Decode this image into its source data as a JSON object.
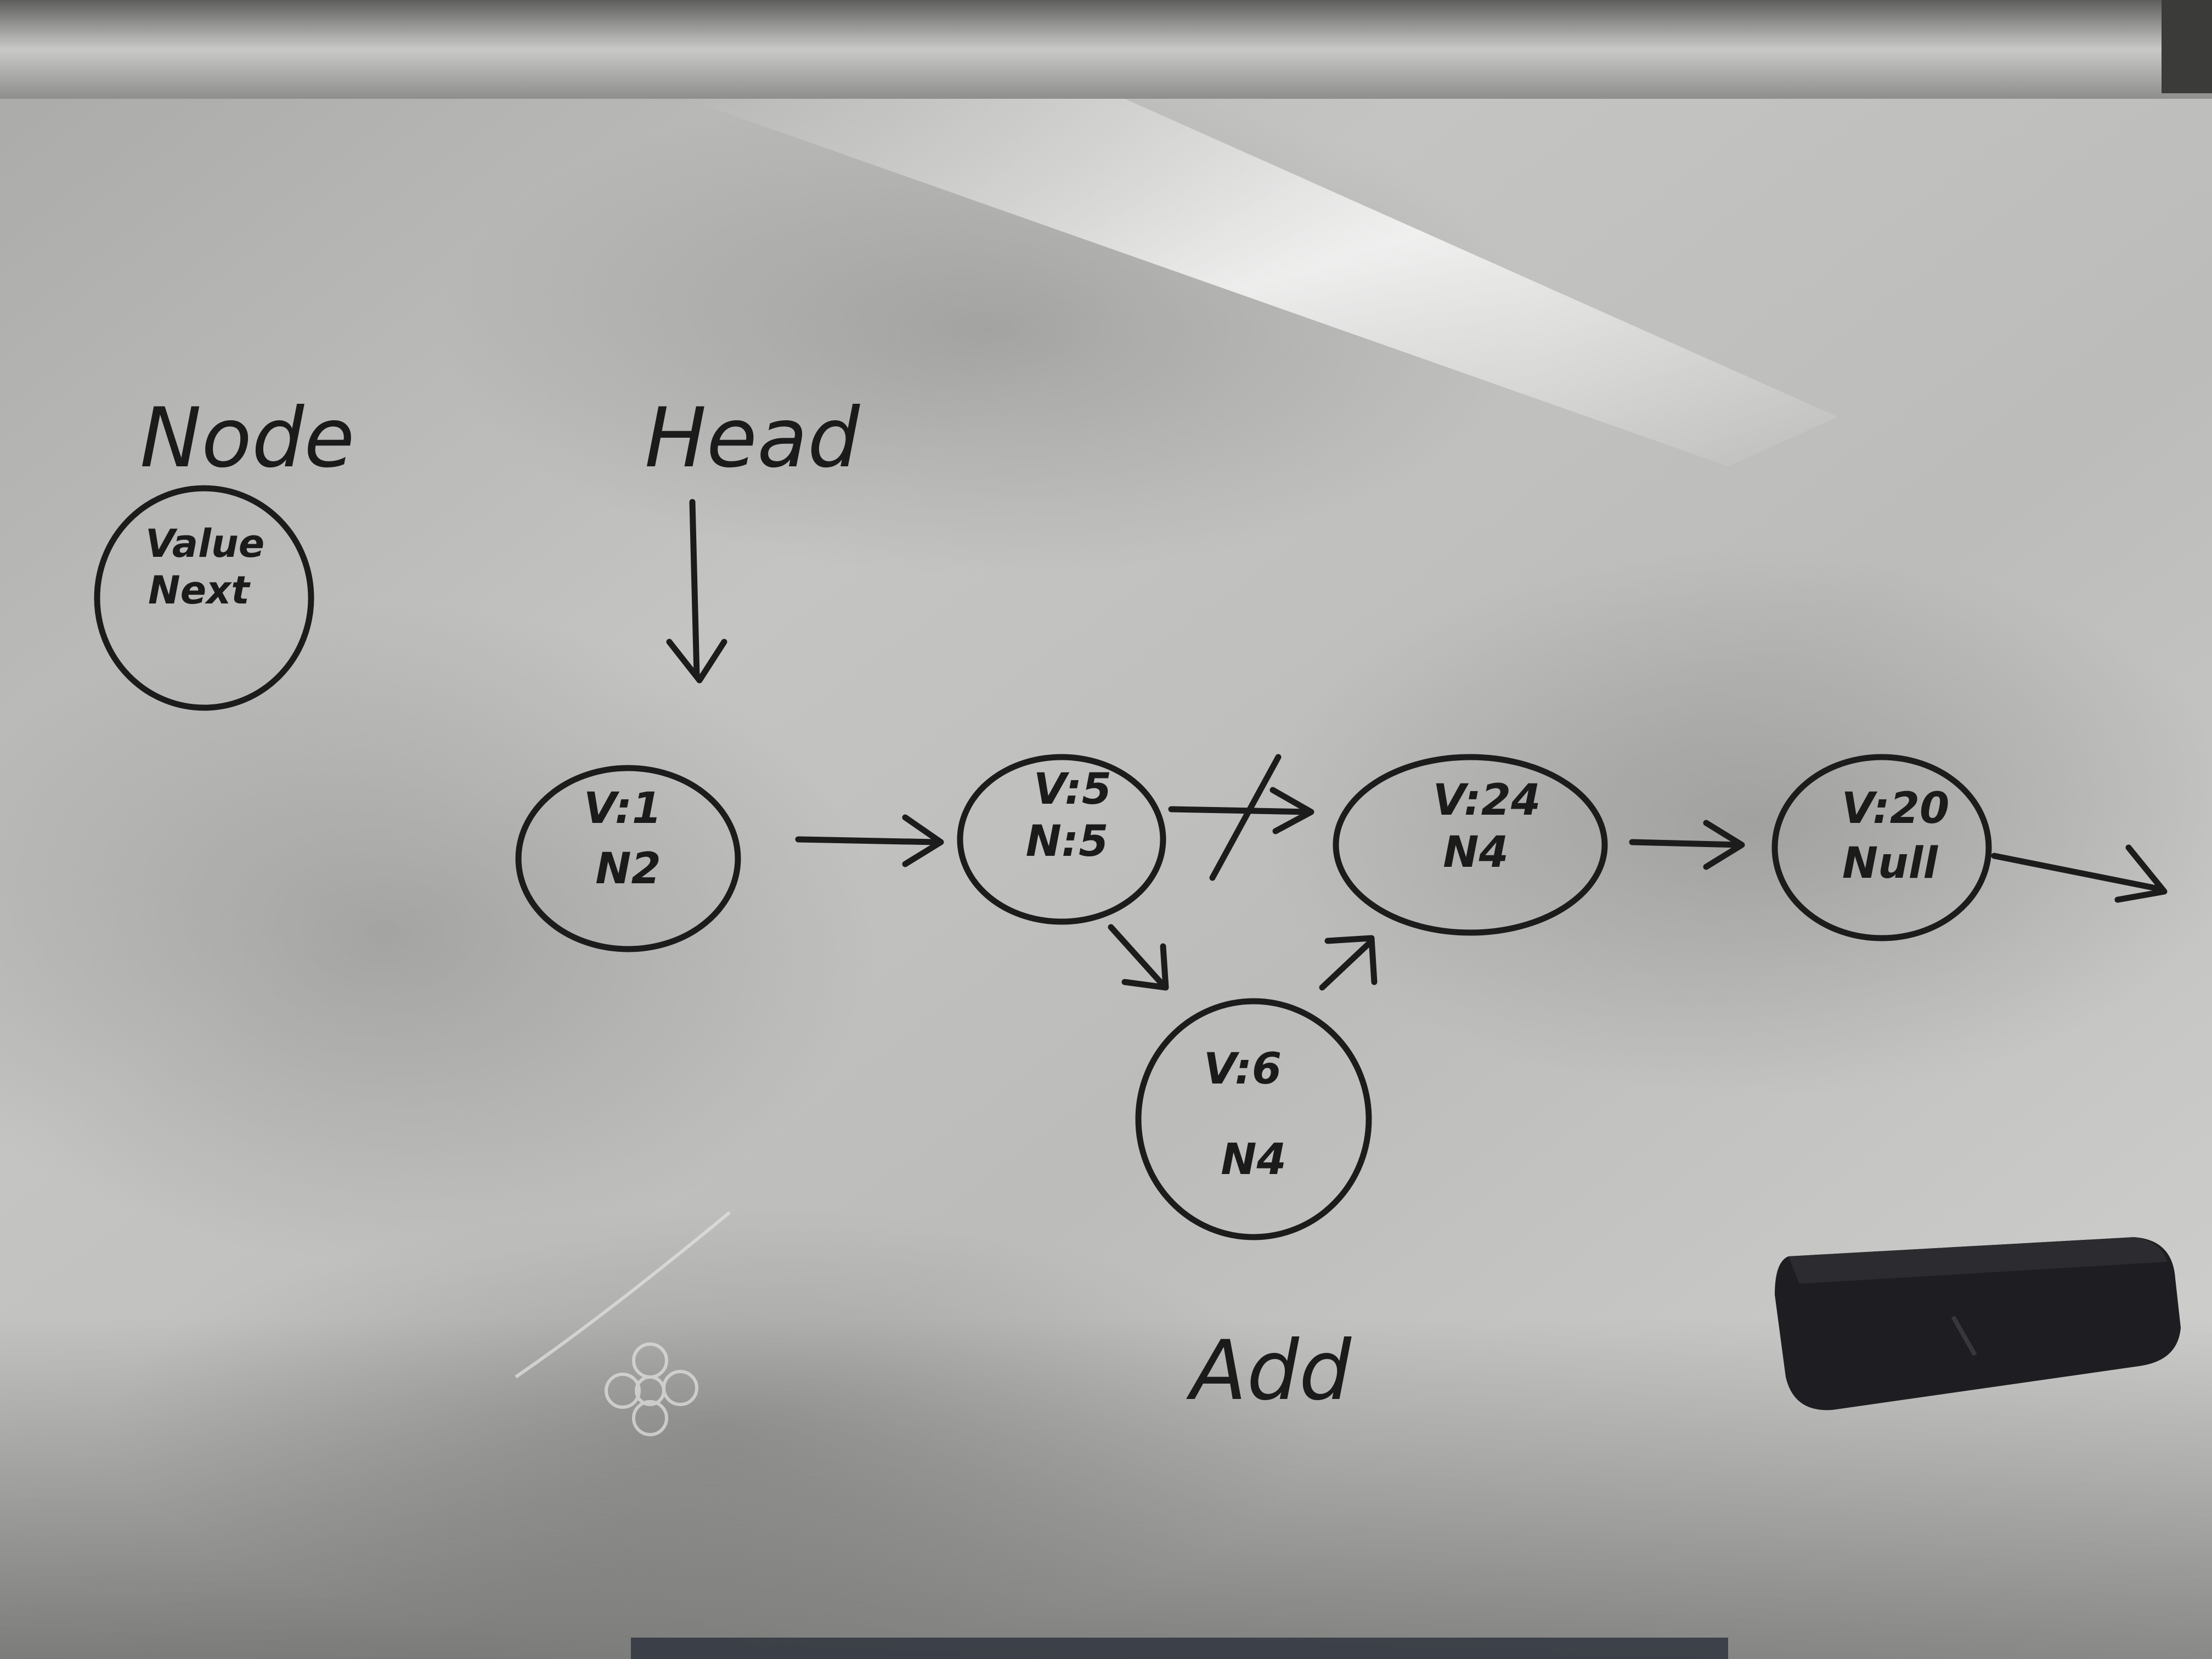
{
  "labels": {
    "node_title": "Node",
    "head": "Head",
    "add": "Add"
  },
  "legend_node": {
    "line1": "Value",
    "line2": "Next"
  },
  "nodes": [
    {
      "value": "V:1",
      "next": "N2"
    },
    {
      "value": "V:5",
      "next": "N:5"
    },
    {
      "value": "V:24",
      "next": "N4"
    },
    {
      "value": "V:20",
      "next": "Null"
    },
    {
      "value": "V:6",
      "next": "N4"
    }
  ],
  "colors": {
    "board": "#b8b8b6",
    "ink": "#1c1c1c",
    "frame": "#9a9a98",
    "eraser": "#1e1e22"
  }
}
